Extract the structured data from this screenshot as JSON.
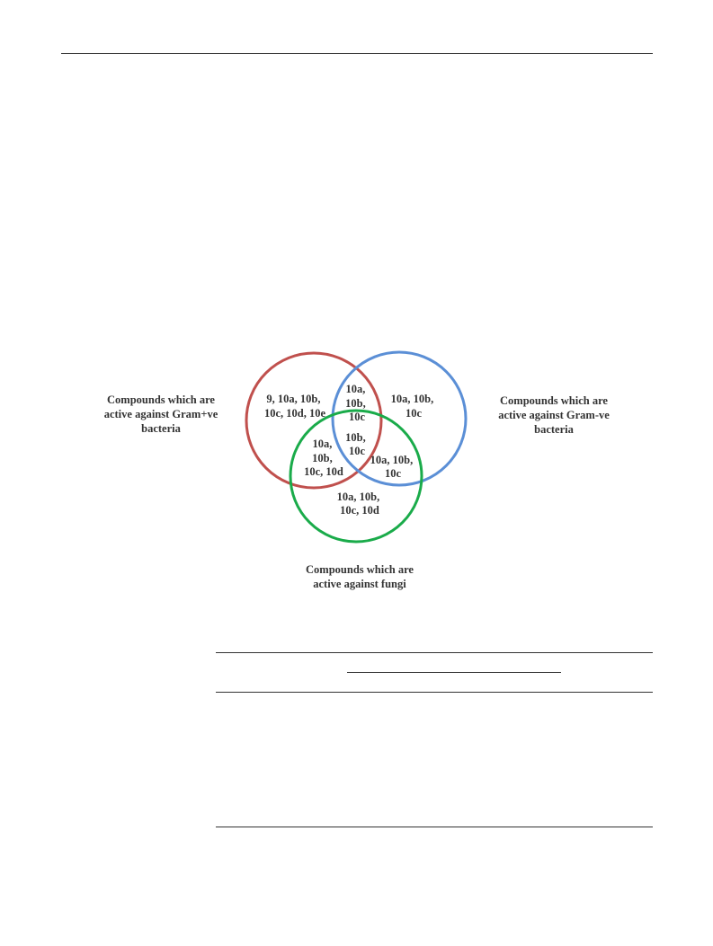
{
  "diagram": {
    "circles": [
      {
        "id": "gram-positive",
        "color": "#c0504d"
      },
      {
        "id": "gram-negative",
        "color": "#5b8fd6"
      },
      {
        "id": "fungi",
        "color": "#1aab4a"
      }
    ],
    "regions": {
      "gram_positive_only": [
        "9, 10a, 10b,",
        "10c, 10d, 10e"
      ],
      "gram_positive_and_negative": [
        "10a,",
        "10b,",
        "10c"
      ],
      "gram_negative_only": [
        "10a, 10b,",
        "10c"
      ],
      "all_three": [
        "10b,",
        "10c"
      ],
      "gram_positive_and_fungi": [
        "10a,",
        "10b,",
        "10c, 10d"
      ],
      "gram_negative_and_fungi": [
        "10a, 10b,",
        "10c"
      ],
      "fungi_only": [
        "10a, 10b,",
        "10c, 10d"
      ]
    },
    "labels": {
      "gram_positive": [
        "Compounds which are",
        "active against Gram+ve",
        "bacteria"
      ],
      "gram_negative": [
        "Compounds which are",
        "active against Gram-ve",
        "bacteria"
      ],
      "fungi": [
        "Compounds which are",
        "active against fungi"
      ]
    }
  }
}
